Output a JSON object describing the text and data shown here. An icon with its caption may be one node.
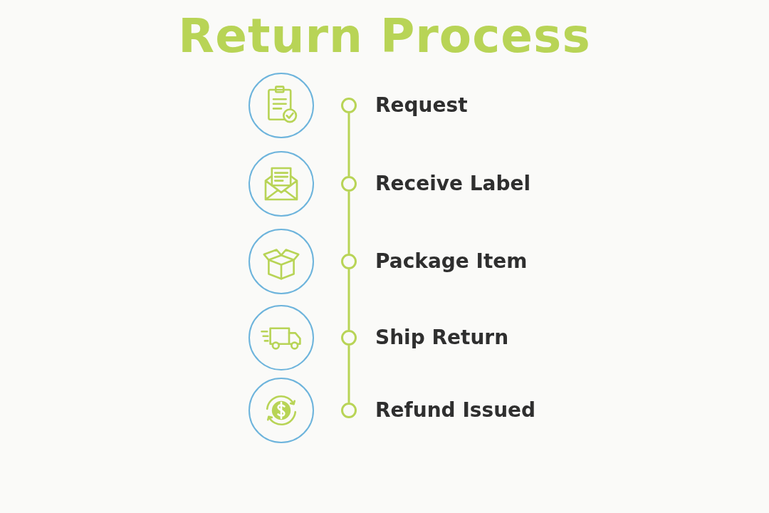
{
  "diagram": {
    "title": "Return Process",
    "nodes": [
      {
        "text": [],
        "shape": "circle"
      },
      {
        "text": [],
        "shape": "circle",
        "beside": [
          "Request"
        ]
      },
      {
        "text": [],
        "shape": "circle"
      },
      {
        "text": [],
        "shape": "circle",
        "beside": [
          "Receive Label"
        ]
      },
      {
        "text": [],
        "shape": "circle"
      },
      {
        "text": [],
        "shape": "circle",
        "beside": [
          "Package Item"
        ]
      },
      {
        "text": [],
        "shape": "circle"
      },
      {
        "text": [],
        "shape": "circle",
        "beside": [
          "Ship Return"
        ]
      },
      {
        "text": [],
        "shape": "circle"
      },
      {
        "text": [],
        "shape": "circle",
        "beside": [
          "Refund Issued"
        ]
      }
    ],
    "edges": [
      {
        "from": 1,
        "to": 3,
        "arrow": "none"
      },
      {
        "from": 3,
        "to": 5,
        "arrow": "none"
      },
      {
        "from": 5,
        "to": 7,
        "arrow": "none"
      },
      {
        "from": 7,
        "to": 9,
        "arrow": "none"
      }
    ]
  }
}
